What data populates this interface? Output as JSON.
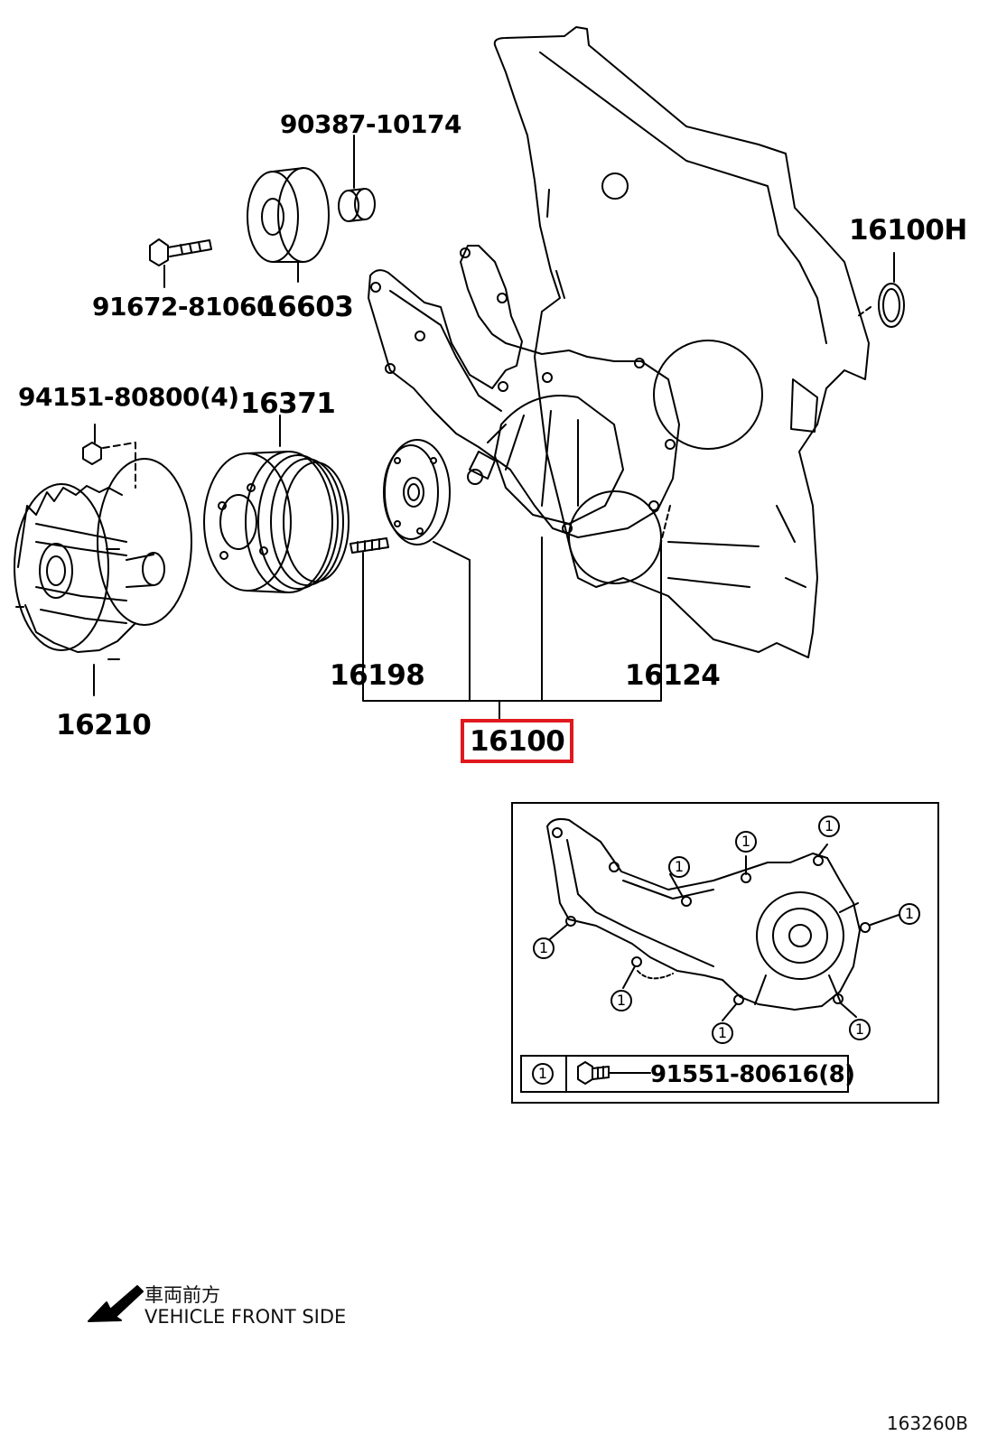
{
  "diagram": {
    "parts": {
      "bolt_90387": "90387-10174",
      "bolt_91672": "91672-81060",
      "idler_pulley": "16603",
      "gasket_16100h": "16100H",
      "nut_94151": "94151-80800(4)",
      "fan_pulley": "16371",
      "stud": "16198",
      "gasket_16124": "16124",
      "fluid_coupling": "16210",
      "water_pump": "16100"
    },
    "highlighted_part": "16100",
    "highlight_color": "#e0191e",
    "inset": {
      "callout_symbol": "1",
      "legend_symbol": "1",
      "legend_part": "91551-80616(8)"
    },
    "front_note": {
      "japanese": "車両前方",
      "english": "VEHICLE FRONT SIDE"
    },
    "figure_id": "163260B"
  }
}
